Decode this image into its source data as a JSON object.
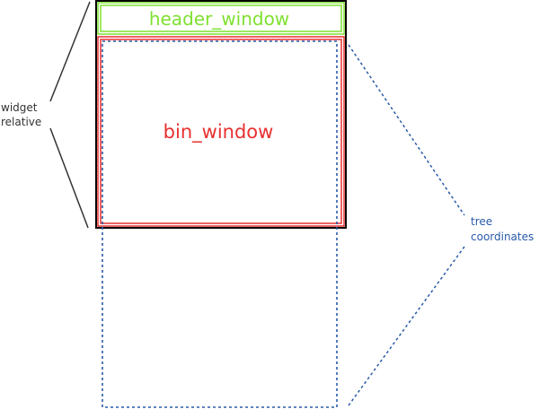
{
  "labels": {
    "header_window": "header_window",
    "bin_window": "bin_window",
    "widget_line1": "widget",
    "widget_line2": "relative",
    "tree_line1": "tree",
    "tree_line2": "coordinates"
  },
  "colors": {
    "header": "#7fe030",
    "bin": "#e83030",
    "widget_border": "#000000",
    "tree_dotted": "#2a5aa8",
    "widget_label": "#333333",
    "tree_label": "#2a5aa8",
    "bracket_line": "#333333"
  }
}
